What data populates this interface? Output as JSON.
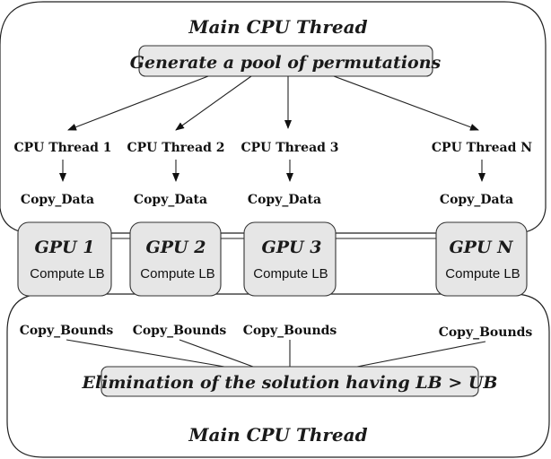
{
  "top_region": {
    "title": "Main CPU Thread",
    "generate_label": "Generate a pool of permutations",
    "threads": [
      {
        "label": "CPU Thread 1",
        "copy": "Copy_Data"
      },
      {
        "label": "CPU Thread 2",
        "copy": "Copy_Data"
      },
      {
        "label": "CPU Thread 3",
        "copy": "Copy_Data"
      },
      {
        "label": "CPU Thread N",
        "copy": "Copy_Data"
      }
    ]
  },
  "gpus": [
    {
      "title": "GPU 1",
      "sub": "Compute LB"
    },
    {
      "title": "GPU 2",
      "sub": "Compute LB"
    },
    {
      "title": "GPU 3",
      "sub": "Compute LB"
    },
    {
      "title": "GPU N",
      "sub": "Compute LB"
    }
  ],
  "bottom_region": {
    "title": "Main CPU Thread",
    "bounds": [
      "Copy_Bounds",
      "Copy_Bounds",
      "Copy_Bounds",
      "Copy_Bounds"
    ],
    "elimination_label": "Elimination of the solution having LB > UB"
  }
}
